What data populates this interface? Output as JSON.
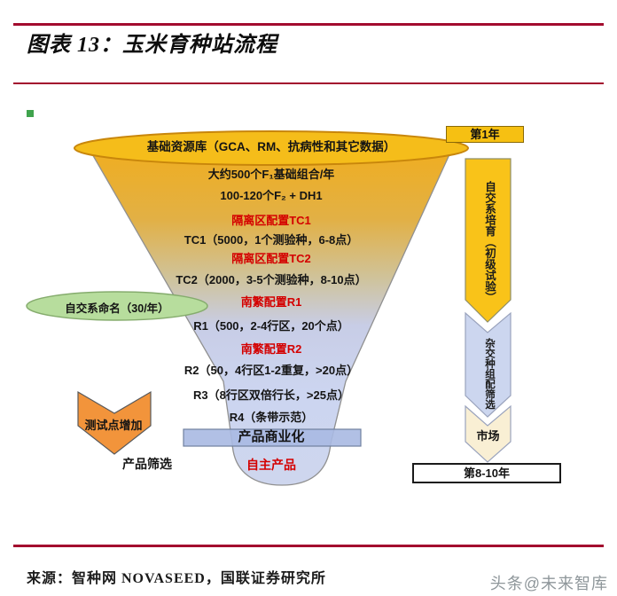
{
  "page_title": "图表 13：玉米育种站流程",
  "funnel": {
    "header": "基础资源库（GCA、RM、抗病性和其它数据）",
    "rows": [
      {
        "text": "大约500个F₁基础组合/年",
        "style": "black"
      },
      {
        "text": "100-120个F₂ + DH1",
        "style": "black"
      },
      {
        "text": "隔离区配置TC1",
        "style": "red"
      },
      {
        "text": "TC1（5000，1个测验种，6-8点）",
        "style": "black"
      },
      {
        "text": "隔离区配置TC2",
        "style": "red"
      },
      {
        "text": "TC2（2000，3-5个测验种，8-10点）",
        "style": "black"
      },
      {
        "text": "南繁配置R1",
        "style": "red"
      },
      {
        "text": "R1（500，2-4行区，20个点）",
        "style": "black"
      },
      {
        "text": "南繁配置R2",
        "style": "red"
      },
      {
        "text": "R2（50，4行区1-2重复，>20点）",
        "style": "black"
      },
      {
        "text": "R3（8行区双倍行长，>25点）",
        "style": "black"
      },
      {
        "text": "R4（条带示范）",
        "style": "black"
      }
    ],
    "bar_label": "产品商业化",
    "own_product_label": "自主产品"
  },
  "left_labels": {
    "naming_ellipse": "自交系命名（30/年）",
    "test_points": "测试点增加",
    "product_screening": "产品筛选"
  },
  "timeline": {
    "year_start": "第1年",
    "stage_inbred": "自交系培育（初级试验）",
    "stage_hybrid": "杂交种组配筛选",
    "stage_market": "市场",
    "year_end": "第8-10年"
  },
  "footer": {
    "source": "来源：智种网 NOVASEED，国联证券研究所",
    "watermark": "头条@未来智库"
  },
  "colors": {
    "rule_accent": "#a30b2e",
    "red_text": "#d40000",
    "funnel_top": "#efae22",
    "funnel_bottom": "#ced6ee",
    "resource_ellipse": "#f5bd1a",
    "arrow_yellow": "#f9c319",
    "arrow_blue": "#ccd6ef",
    "arrow_cream": "#f9efd4",
    "chevron_orange": "#f2943b",
    "naming_green": "#b7dd9d",
    "commercial_bar": "#a8b9e2"
  }
}
